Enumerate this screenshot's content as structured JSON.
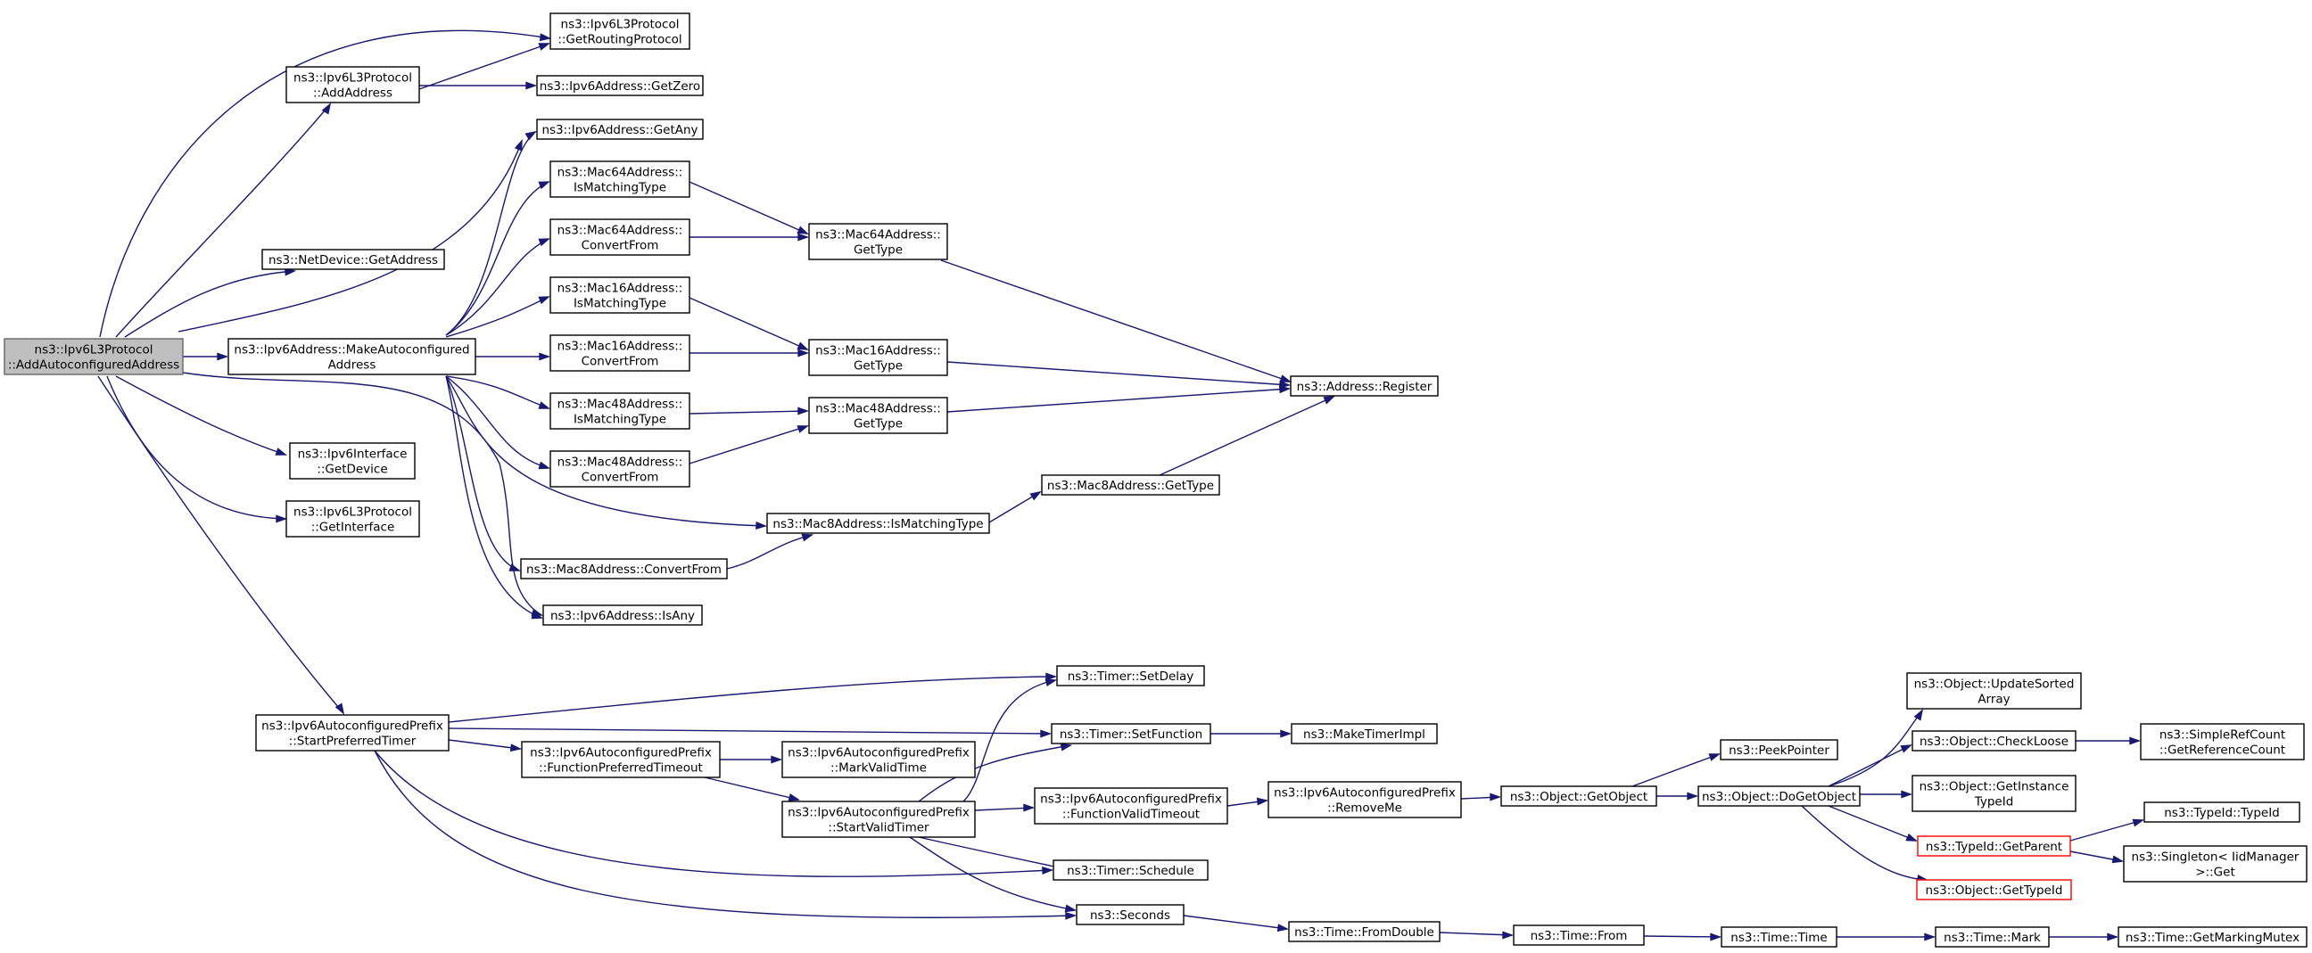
{
  "graph": {
    "colors": {
      "edge": "#191970",
      "root_fill": "#bfbfbf",
      "node_border": "#000000",
      "highlight_border": "#ff0000"
    },
    "nodes": [
      {
        "id": "root",
        "lines": [
          "ns3::Ipv6L3Protocol",
          "::AddAutoconfiguredAddress"
        ],
        "style": "root"
      },
      {
        "id": "getRouting",
        "lines": [
          "ns3::Ipv6L3Protocol",
          "::GetRoutingProtocol"
        ]
      },
      {
        "id": "addAddress",
        "lines": [
          "ns3::Ipv6L3Protocol",
          "::AddAddress"
        ]
      },
      {
        "id": "getZero",
        "lines": [
          "ns3::Ipv6Address::GetZero"
        ]
      },
      {
        "id": "getAny",
        "lines": [
          "ns3::Ipv6Address::GetAny"
        ]
      },
      {
        "id": "mac64Match",
        "lines": [
          "ns3::Mac64Address::",
          "IsMatchingType"
        ]
      },
      {
        "id": "mac64Conv",
        "lines": [
          "ns3::Mac64Address::",
          "ConvertFrom"
        ]
      },
      {
        "id": "mac64Type",
        "lines": [
          "ns3::Mac64Address::",
          "GetType"
        ]
      },
      {
        "id": "netDevGetAddr",
        "lines": [
          "ns3::NetDevice::GetAddress"
        ]
      },
      {
        "id": "mac16Match",
        "lines": [
          "ns3::Mac16Address::",
          "IsMatchingType"
        ]
      },
      {
        "id": "makeAuto",
        "lines": [
          "ns3::Ipv6Address::MakeAutoconfigured",
          "Address"
        ]
      },
      {
        "id": "mac16Conv",
        "lines": [
          "ns3::Mac16Address::",
          "ConvertFrom"
        ]
      },
      {
        "id": "mac16Type",
        "lines": [
          "ns3::Mac16Address::",
          "GetType"
        ]
      },
      {
        "id": "addrRegister",
        "lines": [
          "ns3::Address::Register"
        ]
      },
      {
        "id": "mac48Match",
        "lines": [
          "ns3::Mac48Address::",
          "IsMatchingType"
        ]
      },
      {
        "id": "mac48Type",
        "lines": [
          "ns3::Mac48Address::",
          "GetType"
        ]
      },
      {
        "id": "mac48Conv",
        "lines": [
          "ns3::Mac48Address::",
          "ConvertFrom"
        ]
      },
      {
        "id": "mac8Type",
        "lines": [
          "ns3::Mac8Address::GetType"
        ]
      },
      {
        "id": "ifaceGetDevice",
        "lines": [
          "ns3::Ipv6Interface",
          "::GetDevice"
        ]
      },
      {
        "id": "getInterface",
        "lines": [
          "ns3::Ipv6L3Protocol",
          "::GetInterface"
        ]
      },
      {
        "id": "mac8Match",
        "lines": [
          "ns3::Mac8Address::IsMatchingType"
        ]
      },
      {
        "id": "mac8Conv",
        "lines": [
          "ns3::Mac8Address::ConvertFrom"
        ]
      },
      {
        "id": "isAny",
        "lines": [
          "ns3::Ipv6Address::IsAny"
        ]
      },
      {
        "id": "setDelay",
        "lines": [
          "ns3::Timer::SetDelay"
        ]
      },
      {
        "id": "startPreferred",
        "lines": [
          "ns3::Ipv6AutoconfiguredPrefix",
          "::StartPreferredTimer"
        ]
      },
      {
        "id": "setFunction",
        "lines": [
          "ns3::Timer::SetFunction"
        ]
      },
      {
        "id": "makeTimerImpl",
        "lines": [
          "ns3::MakeTimerImpl"
        ]
      },
      {
        "id": "funcPrefTimeout",
        "lines": [
          "ns3::Ipv6AutoconfiguredPrefix",
          "::FunctionPreferredTimeout"
        ]
      },
      {
        "id": "markValidTime",
        "lines": [
          "ns3::Ipv6AutoconfiguredPrefix",
          "::MarkValidTime"
        ]
      },
      {
        "id": "updateSorted",
        "lines": [
          "ns3::Object::UpdateSorted",
          "Array"
        ]
      },
      {
        "id": "peekPointer",
        "lines": [
          "ns3::PeekPointer"
        ]
      },
      {
        "id": "checkLoose",
        "lines": [
          "ns3::Object::CheckLoose"
        ]
      },
      {
        "id": "getRefCount",
        "lines": [
          "ns3::SimpleRefCount",
          "::GetReferenceCount"
        ]
      },
      {
        "id": "funcValidTimeout",
        "lines": [
          "ns3::Ipv6AutoconfiguredPrefix",
          "::FunctionValidTimeout"
        ]
      },
      {
        "id": "removeMe",
        "lines": [
          "ns3::Ipv6AutoconfiguredPrefix",
          "::RemoveMe"
        ]
      },
      {
        "id": "getObject",
        "lines": [
          "ns3::Object::GetObject"
        ]
      },
      {
        "id": "doGetObject",
        "lines": [
          "ns3::Object::DoGetObject"
        ]
      },
      {
        "id": "getInstanceTypeId",
        "lines": [
          "ns3::Object::GetInstance",
          "TypeId"
        ]
      },
      {
        "id": "startValid",
        "lines": [
          "ns3::Ipv6AutoconfiguredPrefix",
          "::StartValidTimer"
        ]
      },
      {
        "id": "typeIdTypeId",
        "lines": [
          "ns3::TypeId::TypeId"
        ]
      },
      {
        "id": "typeIdGetParent",
        "lines": [
          "ns3::TypeId::GetParent"
        ],
        "style": "red"
      },
      {
        "id": "singletonGet",
        "lines": [
          "ns3::Singleton< IidManager",
          "&gt;::Get"
        ]
      },
      {
        "id": "timerSchedule",
        "lines": [
          "ns3::Timer::Schedule"
        ]
      },
      {
        "id": "objGetTypeId",
        "lines": [
          "ns3::Object::GetTypeId"
        ],
        "style": "red"
      },
      {
        "id": "seconds",
        "lines": [
          "ns3::Seconds"
        ]
      },
      {
        "id": "fromDouble",
        "lines": [
          "ns3::Time::FromDouble"
        ]
      },
      {
        "id": "timeFrom",
        "lines": [
          "ns3::Time::From"
        ]
      },
      {
        "id": "timeTime",
        "lines": [
          "ns3::Time::Time"
        ]
      },
      {
        "id": "timeMark",
        "lines": [
          "ns3::Time::Mark"
        ]
      },
      {
        "id": "getMarkingMutex",
        "lines": [
          "ns3::Time::GetMarkingMutex"
        ]
      }
    ]
  }
}
